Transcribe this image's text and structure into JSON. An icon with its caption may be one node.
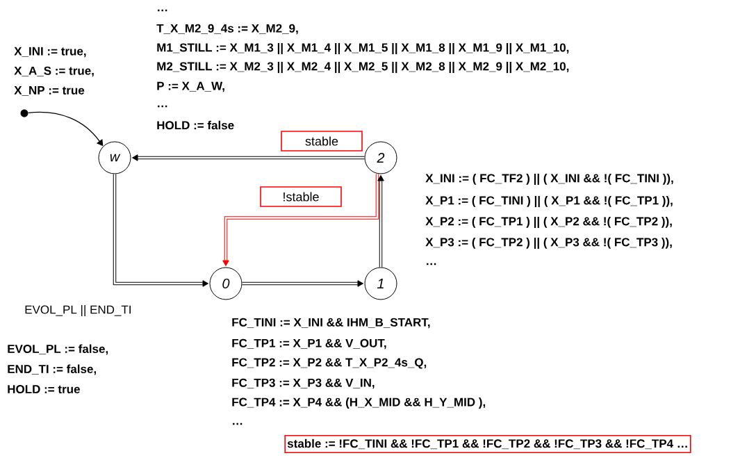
{
  "diagram": {
    "nodes": [
      {
        "text": [],
        "shape": "circle"
      },
      {
        "text": [
          "w"
        ]
      },
      {
        "text": [
          "2"
        ]
      },
      {
        "text": [
          "0"
        ]
      },
      {
        "text": [
          "1"
        ]
      },
      {
        "text": [
          "stable := !FC_TINI && !FC_TP1 && !FC_TP2  && !FC_TP3 && !FC_TP4 …"
        ]
      }
    ],
    "edges": [
      {
        "from": 0,
        "to": 1,
        "arrow": "to"
      },
      {
        "from": 2,
        "to": 1,
        "arrow": "to",
        "label": "stable"
      },
      {
        "from": 1,
        "to": 3,
        "arrow": "to"
      },
      {
        "from": 2,
        "to": 3,
        "arrow": "to",
        "label": "!stable",
        "color": "#ff0000"
      },
      {
        "from": 3,
        "to": 4,
        "arrow": "to"
      },
      {
        "from": 4,
        "to": 2,
        "arrow": "to"
      }
    ],
    "labels": [
      "X_INI := true,",
      "X_A_S  := true,",
      "X_NP := true",
      "…",
      "T_X_M2_9_4s := X_M2_9,",
      "M1_STILL := X_M1_3 || X_M1_4 || X_M1_5 || X_M1_8 || X_M1_9 || X_M1_10,",
      "M2_STILL := X_M2_3 || X_M2_4 || X_M2_5 || X_M2_8 || X_M2_9 || X_M2_10,",
      "P := X_A_W,",
      "…",
      "HOLD := false",
      "X_INI := ( FC_TF2 ) || ( X_INI && !( FC_TINI )),",
      "X_P1 := ( FC_TINI ) || ( X_P1 && !( FC_TP1 )),",
      "X_P2 := ( FC_TP1 ) || ( X_P2 && !( FC_TP2 )),",
      "X_P3 := ( FC_TP2 ) || ( X_P3 && !( FC_TP3 )),",
      "…",
      "EVOL_PL || END_TI",
      "EVOL_PL := false,",
      "END_TI := false,",
      "HOLD := true",
      "FC_TINI := X_INI && IHM_B_START,",
      "FC_TP1 := X_P1 && V_OUT,",
      "FC_TP2 := X_P2 && T_X_P2_4s_Q,",
      "FC_TP3 := X_P3 && V_IN,",
      "FC_TP4 := X_P4 && (H_X_MID && H_Y_MID ),",
      "…"
    ]
  }
}
